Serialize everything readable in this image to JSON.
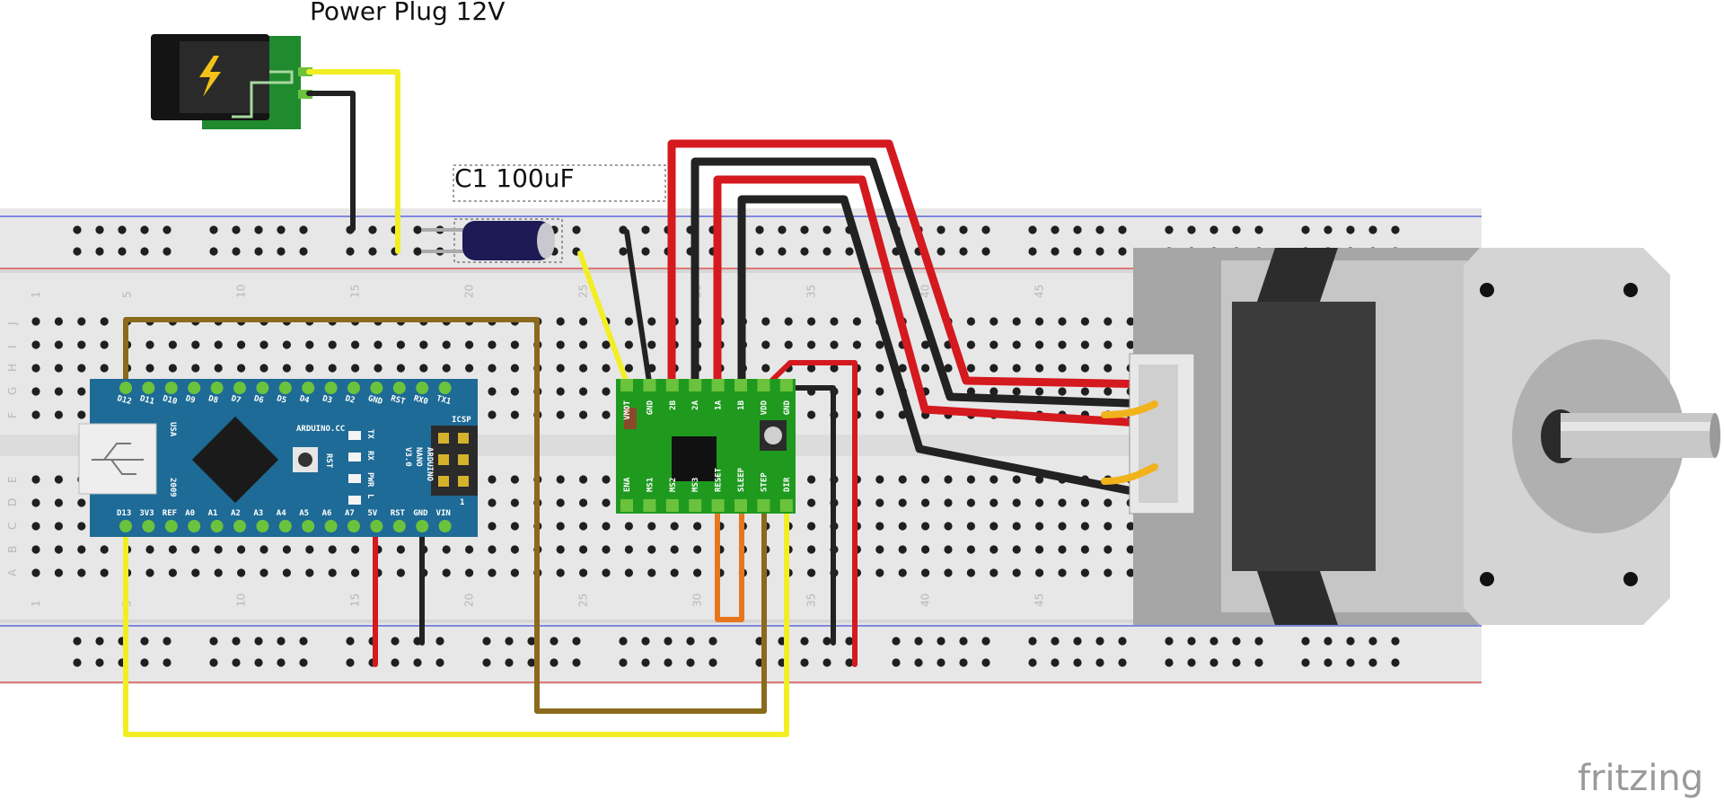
{
  "labels": {
    "power_plug": "Power Plug 12V",
    "capacitor": "C1 100uF",
    "watermark": "fritzing"
  },
  "breadboard": {
    "column_numbers": [
      "1",
      "5",
      "10",
      "15",
      "20",
      "25",
      "30",
      "35",
      "40",
      "45"
    ],
    "row_letters_top": [
      "J",
      "I",
      "H",
      "G",
      "F"
    ],
    "row_letters_bottom": [
      "E",
      "D",
      "C",
      "B",
      "A"
    ]
  },
  "arduino": {
    "top_pins": [
      "D12",
      "D11",
      "D10",
      "D9",
      "D8",
      "D7",
      "D6",
      "D5",
      "D4",
      "D3",
      "D2",
      "GND",
      "RST",
      "RX0",
      "TX1"
    ],
    "bottom_pins": [
      "D13",
      "3V3",
      "REF",
      "A0",
      "A1",
      "A2",
      "A3",
      "A4",
      "A5",
      "A6",
      "A7",
      "5V",
      "RST",
      "GND",
      "VIN"
    ],
    "board_text": [
      "ARDUINO",
      "NANO",
      "V3.0"
    ],
    "brand": "ARDUINO.CC",
    "usa": "USA",
    "year": "2009",
    "icsp": "ICSP",
    "led_labels": [
      "TX",
      "RX",
      "PWR",
      "L"
    ],
    "rst_label": "RST",
    "corner_mark": "1"
  },
  "driver": {
    "top_pins": [
      "VMOT",
      "GND",
      "2B",
      "2A",
      "1A",
      "1B",
      "VDD",
      "GND"
    ],
    "bottom_pins": [
      "ENA",
      "MS1",
      "MS2",
      "MS3",
      "RESET",
      "SLEEP",
      "STEP",
      "DIR"
    ]
  },
  "colors": {
    "wire_red": "#d4191f",
    "wire_black": "#222222",
    "wire_yellow": "#f2ee24",
    "wire_brown": "#8a6a1c",
    "wire_orange": "#e8761d",
    "arduino_blue": "#1d6b96",
    "driver_green": "#1f9a1f"
  }
}
